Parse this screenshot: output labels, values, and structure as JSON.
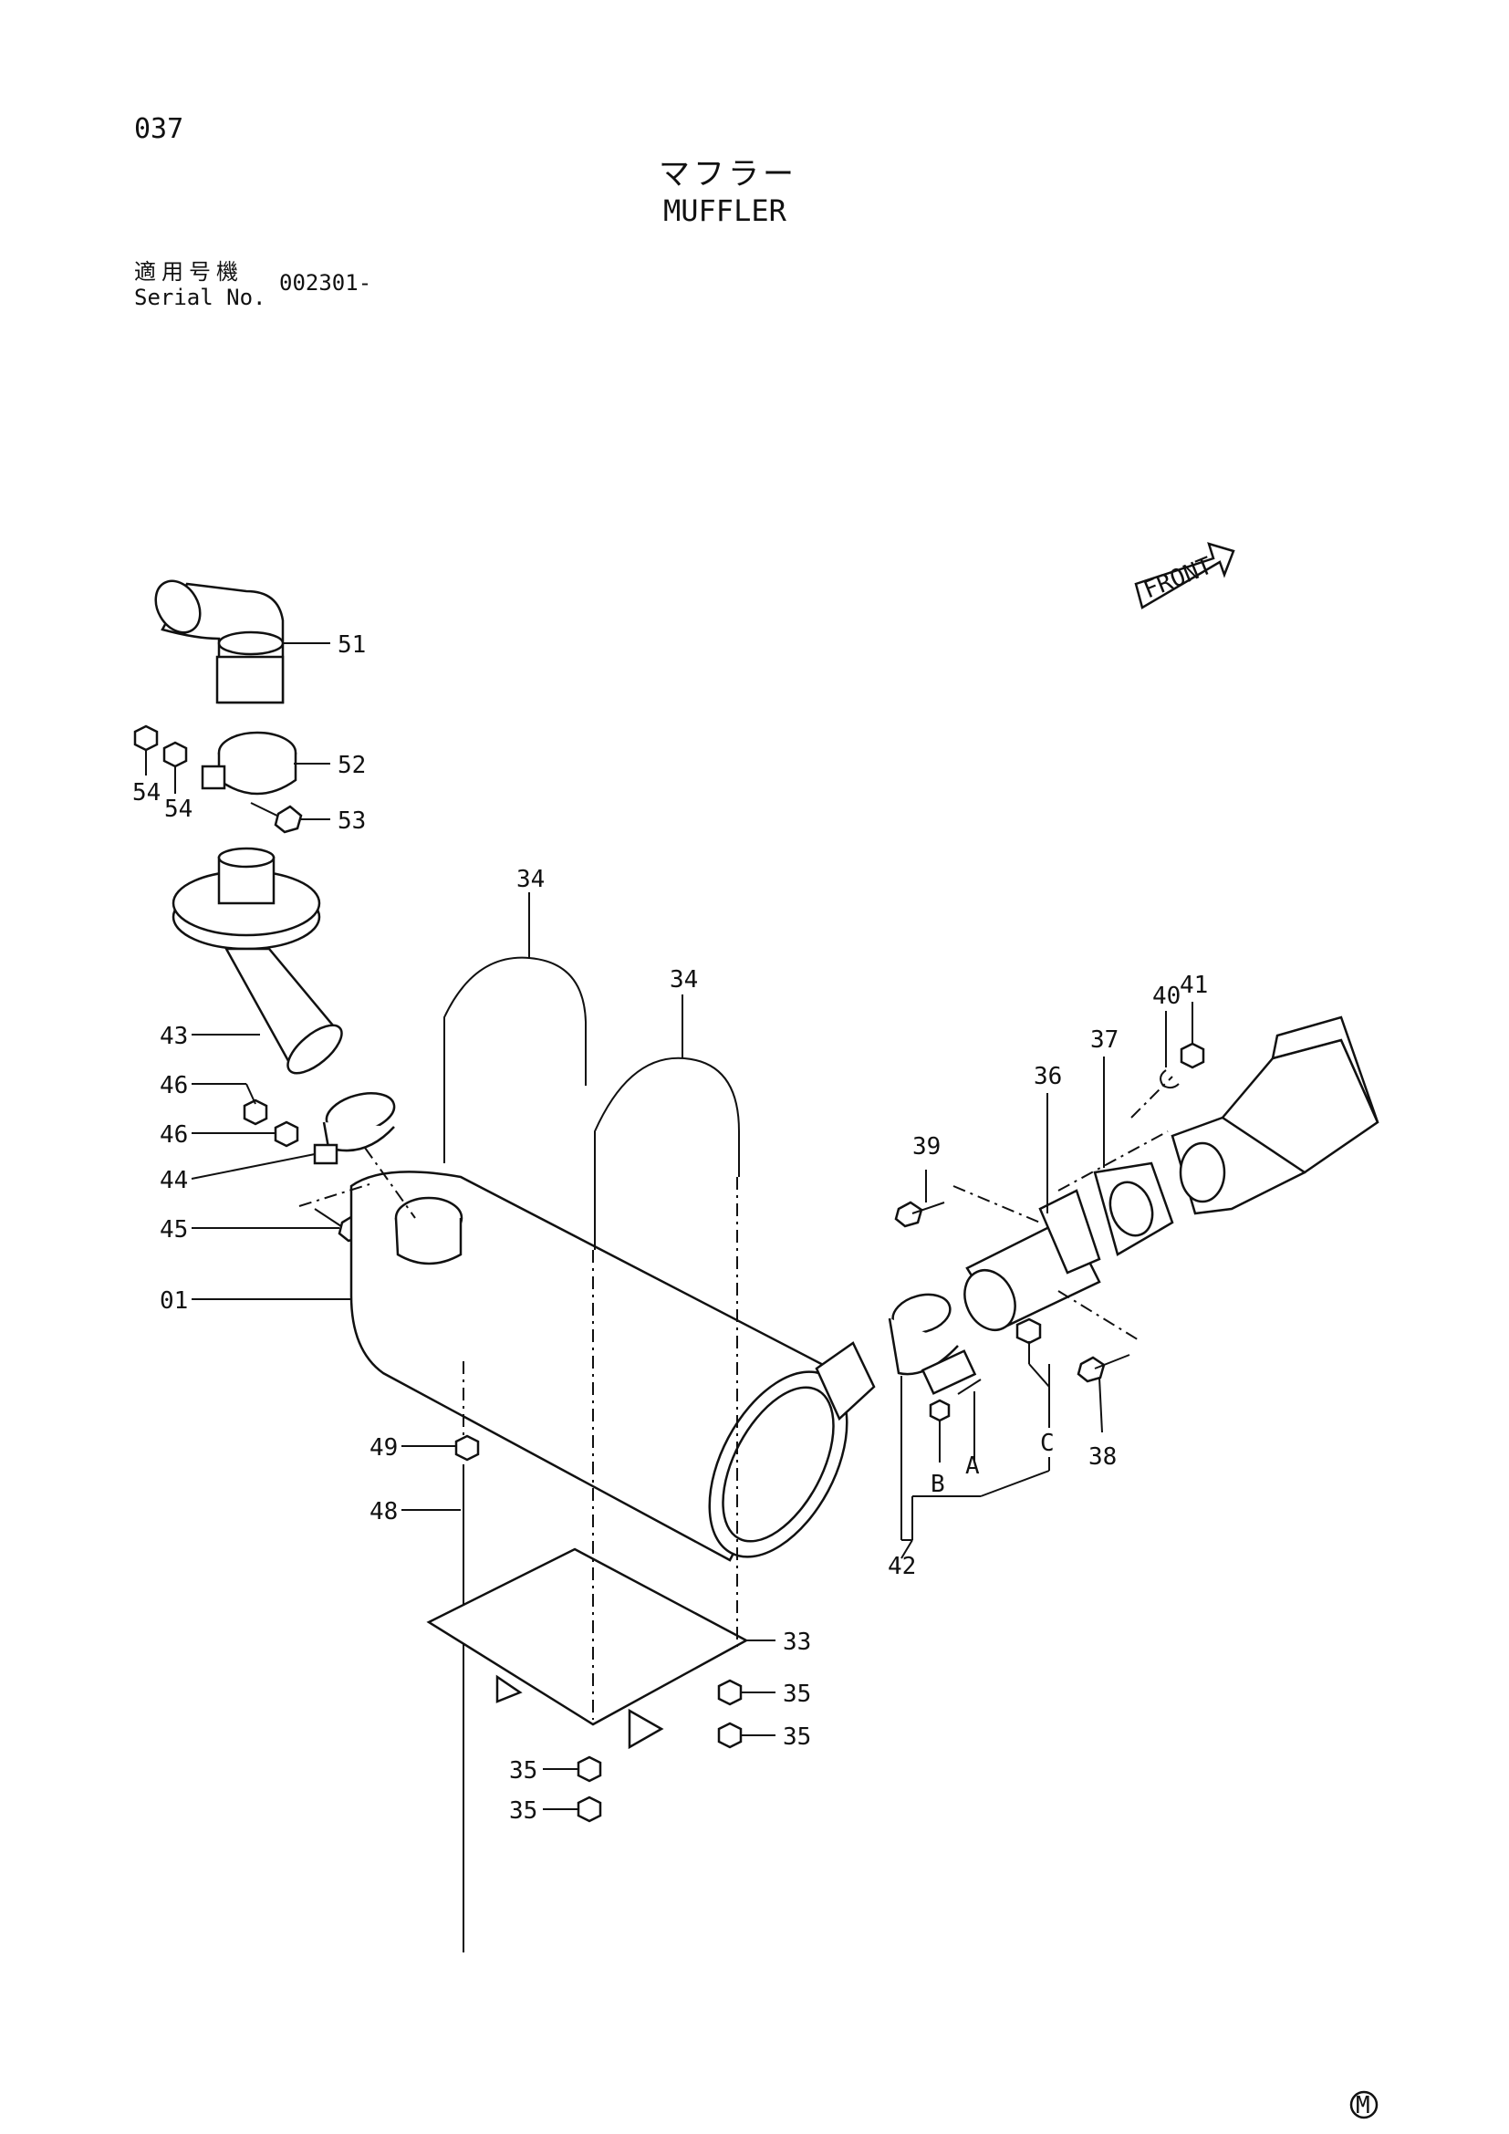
{
  "header": {
    "page_number": "037",
    "title_jp": "マフラー",
    "title_en": "MUFFLER",
    "serial_label_jp": "適用号機",
    "serial_label_en": "Serial No.",
    "serial_value": "002301-"
  },
  "front_marker": "FRONT",
  "callouts": {
    "c51": "51",
    "c52": "52",
    "c53": "53",
    "c54a": "54",
    "c54b": "54",
    "c34a": "34",
    "c34b": "34",
    "c43": "43",
    "c46a": "46",
    "c46b": "46",
    "c44": "44",
    "c45": "45",
    "c01": "01",
    "c49": "49",
    "c48": "48",
    "c33": "33",
    "c35a": "35",
    "c35b": "35",
    "c35c": "35",
    "c35d": "35",
    "c39": "39",
    "c36": "36",
    "c37": "37",
    "c40": "40",
    "c41": "41",
    "c38": "38",
    "c42": "42",
    "cA": "A",
    "cB": "B",
    "cC": "C"
  },
  "footer_mark": "M"
}
